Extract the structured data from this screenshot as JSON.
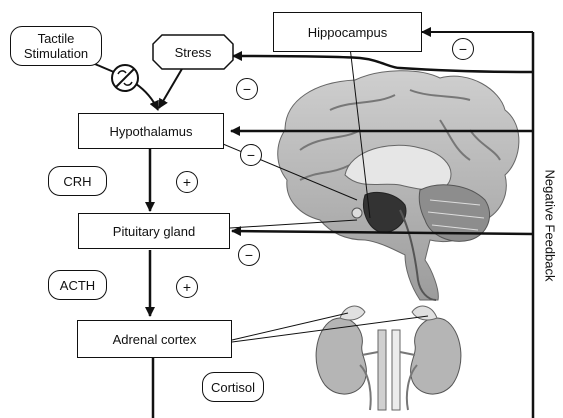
{
  "nodes": {
    "tactile": "Tactile\nStimulation",
    "stress": "Stress",
    "hippocampus": "Hippocampus",
    "hypothalamus": "Hypothalamus",
    "pituitary": "Pituitary gland",
    "adrenal": "Adrenal cortex"
  },
  "hormones": {
    "crh": "CRH",
    "acth": "ACTH",
    "cortisol": "Cortisol"
  },
  "signs": {
    "minus": "−",
    "plus": "+"
  },
  "feedback_label": "Negative Feedback",
  "illustrations": [
    "brain-sagittal-illustration",
    "kidneys-adrenal-illustration",
    "inhibit-symbol"
  ]
}
